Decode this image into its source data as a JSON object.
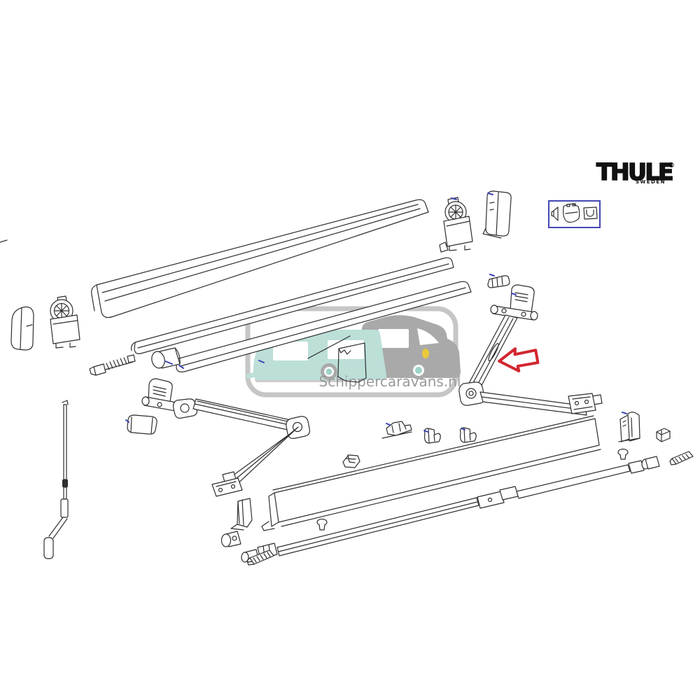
{
  "brand": {
    "name": "THULE",
    "registered": "®",
    "subtitle": "SWEDEN"
  },
  "watermark": {
    "text": "Schippercaravans.nl"
  },
  "icons": {
    "red_arrow": "arrow-left-icon",
    "selection_box": "selected-parts-box"
  },
  "diagram_parts": [
    "cassette-lid-profile",
    "cassette-back-profile",
    "awning-fabric-sheet",
    "fabric-roller-tube",
    "left-end-cap",
    "left-gear-unit",
    "right-gear-unit",
    "right-end-cap-cover",
    "roller-end-connector",
    "right-arm-shoulder-bracket",
    "right-arm-upper-section",
    "right-arm-elbow-joint",
    "right-arm-lower-section",
    "right-arm-foot-bracket",
    "arm-tension-spring-kit",
    "left-arm-shoulder-bracket",
    "left-arm-upper-section",
    "left-arm-elbow-joint",
    "left-arm-lower-section",
    "left-arm-foot-bracket",
    "lead-rail-end-cap",
    "lead-rail-front-panel",
    "fabric-end-flap",
    "telescopic-support-leg",
    "crank-handle",
    "fabric-slider-assembly",
    "mounting-clip-1",
    "mounting-clip-2",
    "mounting-bracket-small",
    "knob-screw-1",
    "panel-end-bracket",
    "tube-connector-small",
    "ribbed-end-piece-1",
    "wall-bracket-right",
    "clamp-block-right",
    "knob-screw-2",
    "ribbed-end-piece-2",
    "selected-part-pin",
    "selected-part-cover",
    "selected-part-clamp"
  ],
  "colors": {
    "background": "#ffffff",
    "line_art": "#2f2f2f",
    "blue_ink": "#3a43b5",
    "selection_box_blue": "#4348b4",
    "arrow_red": "#d22630",
    "watermark_border": "#c6c6c6",
    "caravan_teal": "#bcdfd8",
    "motorhome_gray": "#a9a9a9",
    "wheel_hub_teal": "#9ed3c9",
    "headlight_yellow": "#e9c83b",
    "watermark_text_gray": "#9a9a9a",
    "logo_black": "#111111"
  }
}
